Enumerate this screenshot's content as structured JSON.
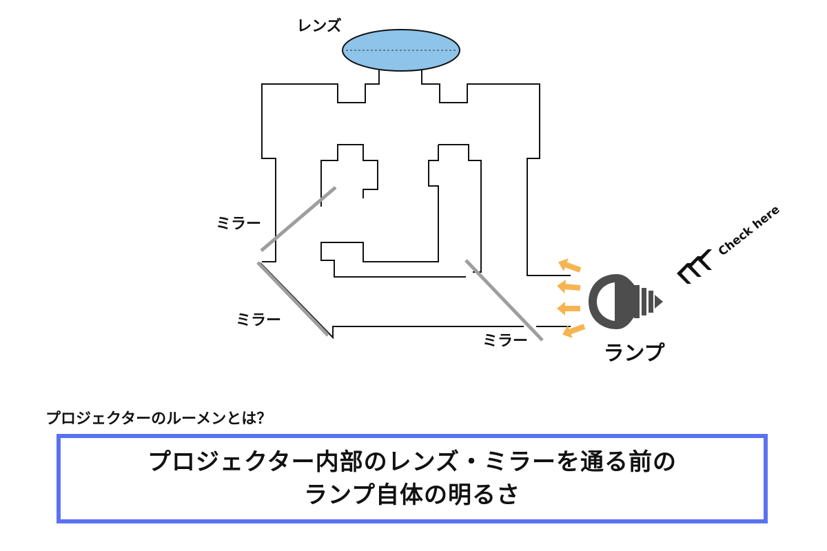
{
  "diagram": {
    "lens_label": "レンズ",
    "mirror_labels": [
      "ミラー",
      "ミラー",
      "ミラー"
    ],
    "lamp_label": "ランプ",
    "check_label": "Check here",
    "colors": {
      "lens_fill": "#8ec3ea",
      "mirror": "#9e9e9e",
      "arrow": "#f6b451",
      "lamp": "#4d4d4d",
      "outline": "#111111"
    }
  },
  "question": "プロジェクターのルーメンとは？",
  "answer": {
    "line1": "プロジェクター内部のレンズ・ミラーを通る前の",
    "line2": "ランプ自体の明るさ",
    "border_color": "#5b72f0"
  }
}
